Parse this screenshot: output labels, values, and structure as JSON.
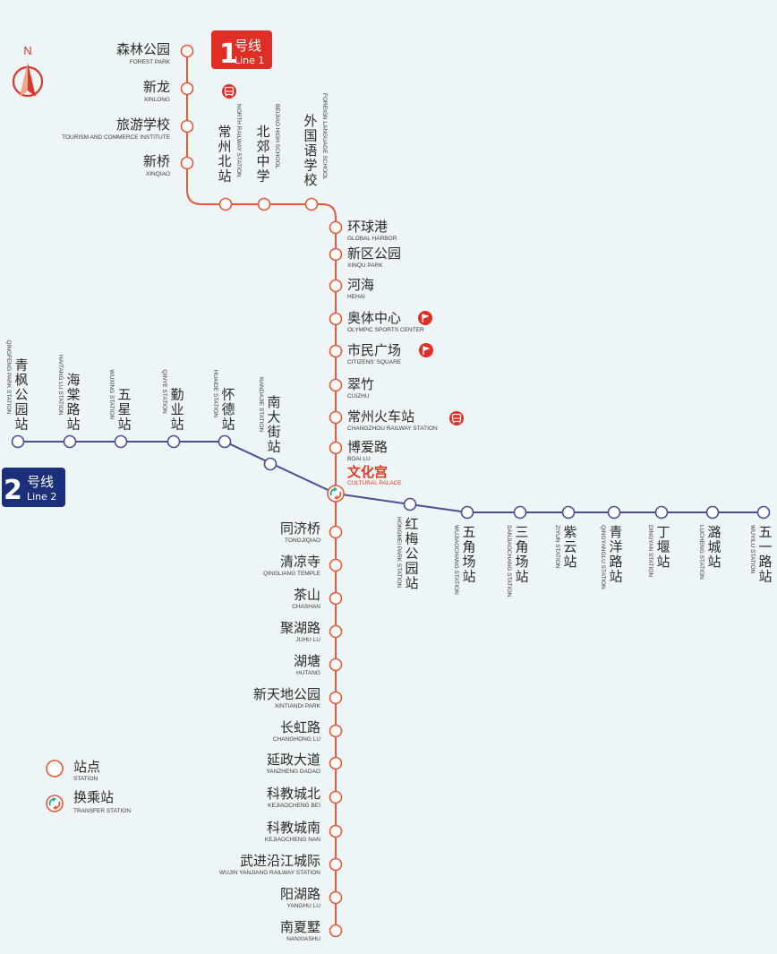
{
  "compass": {
    "label": "N"
  },
  "line1_badge": {
    "number": "1",
    "cn": "号线",
    "en": "Line 1",
    "color": "#e02d25"
  },
  "line2_badge": {
    "number": "2",
    "cn": "号线",
    "en": "Line 2",
    "color": "#1b2f7a"
  },
  "colors": {
    "line1": "#e05a3c",
    "line2": "#4a4f93",
    "highlight": "#e03a22"
  },
  "transfer": {
    "cn": "文化宫",
    "en": "CULTURAL PALACE"
  },
  "line1_stations": [
    {
      "cn": "森林公园",
      "en": "FOREST PARK"
    },
    {
      "cn": "新龙",
      "en": "XINLONG"
    },
    {
      "cn": "旅游学校",
      "en": "TOURISM AND COMMERCE INSTITUTE"
    },
    {
      "cn": "新桥",
      "en": "XINQIAO"
    },
    {
      "cn": "常州北站",
      "en": "NORTH RAILWAY STATION"
    },
    {
      "cn": "北郊中学",
      "en": "BEIJIAO HIGH SCHOOL"
    },
    {
      "cn": "外国语学校",
      "en": "FOREIGN LANGUAGE SCHOOL"
    },
    {
      "cn": "环球港",
      "en": "GLOBAL HARBOR"
    },
    {
      "cn": "新区公园",
      "en": "XINQU PARK"
    },
    {
      "cn": "河海",
      "en": "HEHAI"
    },
    {
      "cn": "奥体中心",
      "en": "OLYMPIC SPORTS CENTER"
    },
    {
      "cn": "市民广场",
      "en": "CITIZENS' SQUARE"
    },
    {
      "cn": "翠竹",
      "en": "CUIZHU"
    },
    {
      "cn": "常州火车站",
      "en": "CHANGZHOU RAILWAY STATION"
    },
    {
      "cn": "博爱路",
      "en": "BOAI LU"
    },
    {
      "cn": "同济桥",
      "en": "TONGJIQIAO"
    },
    {
      "cn": "清凉寺",
      "en": "QINGLIANG TEMPLE"
    },
    {
      "cn": "茶山",
      "en": "CHASHAN"
    },
    {
      "cn": "聚湖路",
      "en": "JUHU LU"
    },
    {
      "cn": "湖塘",
      "en": "HUTANG"
    },
    {
      "cn": "新天地公园",
      "en": "XINTIANDI PARK"
    },
    {
      "cn": "长虹路",
      "en": "CHANGHONG LU"
    },
    {
      "cn": "延政大道",
      "en": "YANZHENG DADAO"
    },
    {
      "cn": "科教城北",
      "en": "KEJIAOCHENG BEI"
    },
    {
      "cn": "科教城南",
      "en": "KEJIAOCHENG NAN"
    },
    {
      "cn": "武进沿江城际",
      "en": "WUJIN YANJIANG RAILWAY STATION"
    },
    {
      "cn": "阳湖路",
      "en": "YANGHU LU"
    },
    {
      "cn": "南夏墅",
      "en": "NANXIASHU"
    }
  ],
  "line2_stations": [
    {
      "cn": "青枫公园站",
      "en": "QINGFENG PARK STATION"
    },
    {
      "cn": "海棠路站",
      "en": "HAITANG LU STATION"
    },
    {
      "cn": "五星站",
      "en": "WUXING STATION"
    },
    {
      "cn": "勤业站",
      "en": "QINYE STATION"
    },
    {
      "cn": "怀德站",
      "en": "HUAIDE STATION"
    },
    {
      "cn": "南大街站",
      "en": "NANDAJIE STATION"
    },
    {
      "cn": "红梅公园站",
      "en": "HONGMEI PARK STATION"
    },
    {
      "cn": "五角场站",
      "en": "WUJIAOCHANG STATION"
    },
    {
      "cn": "三角场站",
      "en": "SANJIAOCHANG STATION"
    },
    {
      "cn": "紫云站",
      "en": "ZIYUN STATION"
    },
    {
      "cn": "青洋路站",
      "en": "QINGYANGLU STATION"
    },
    {
      "cn": "丁堰站",
      "en": "DINGYAN STATION"
    },
    {
      "cn": "潞城站",
      "en": "LUCHENG STATION"
    },
    {
      "cn": "五一路站",
      "en": "WUYILU STATION"
    }
  ],
  "legend": {
    "station": {
      "cn": "站点",
      "en": "STATION"
    },
    "transfer": {
      "cn": "换乘站",
      "en": "TRANSFER STATION"
    }
  }
}
